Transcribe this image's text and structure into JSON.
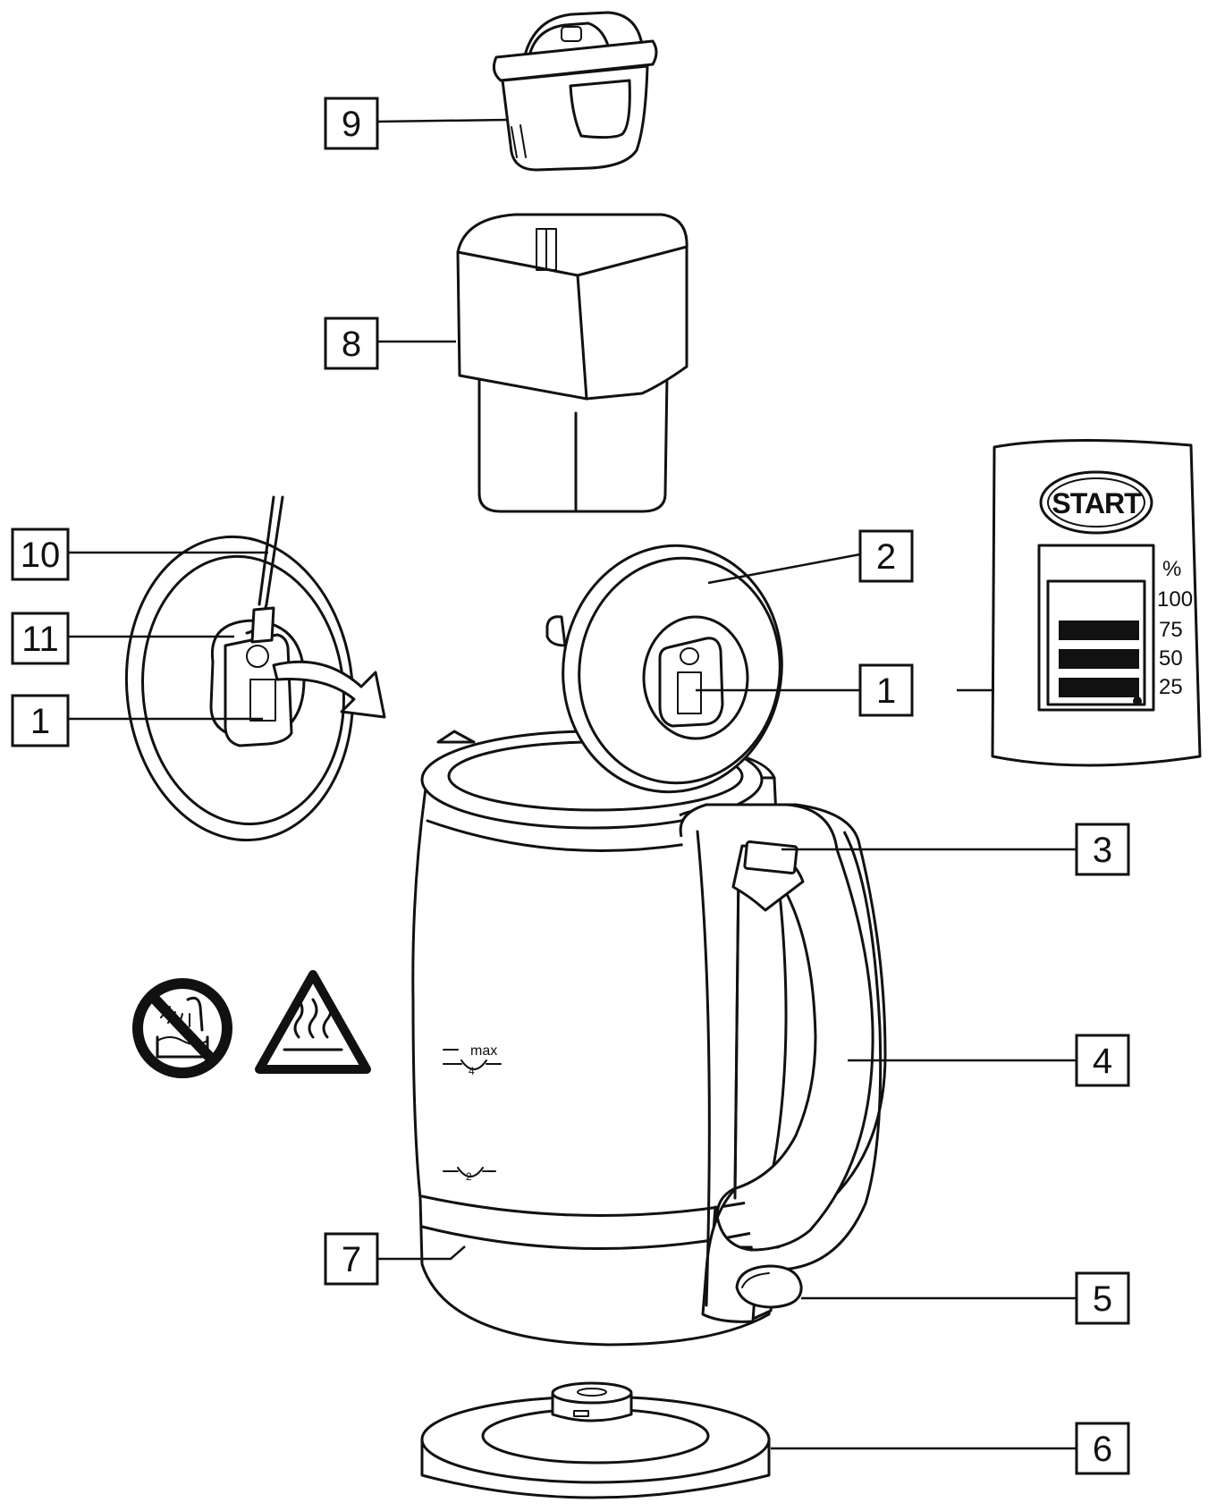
{
  "callouts": {
    "c1a": "1",
    "c1b": "1",
    "c2": "2",
    "c3": "3",
    "c4": "4",
    "c5": "5",
    "c6": "6",
    "c7": "7",
    "c8": "8",
    "c9": "9",
    "c10": "10",
    "c11": "11"
  },
  "panel": {
    "start_label": "START",
    "percent_symbol": "%",
    "levels": [
      "100",
      "75",
      "50",
      "25"
    ],
    "filled_bars": 3
  },
  "cups": {
    "max_label": "max",
    "max_cups": "4",
    "min_cups": "2"
  },
  "icons": [
    "no-dishwasher-icon",
    "hot-surface-warning-icon"
  ]
}
